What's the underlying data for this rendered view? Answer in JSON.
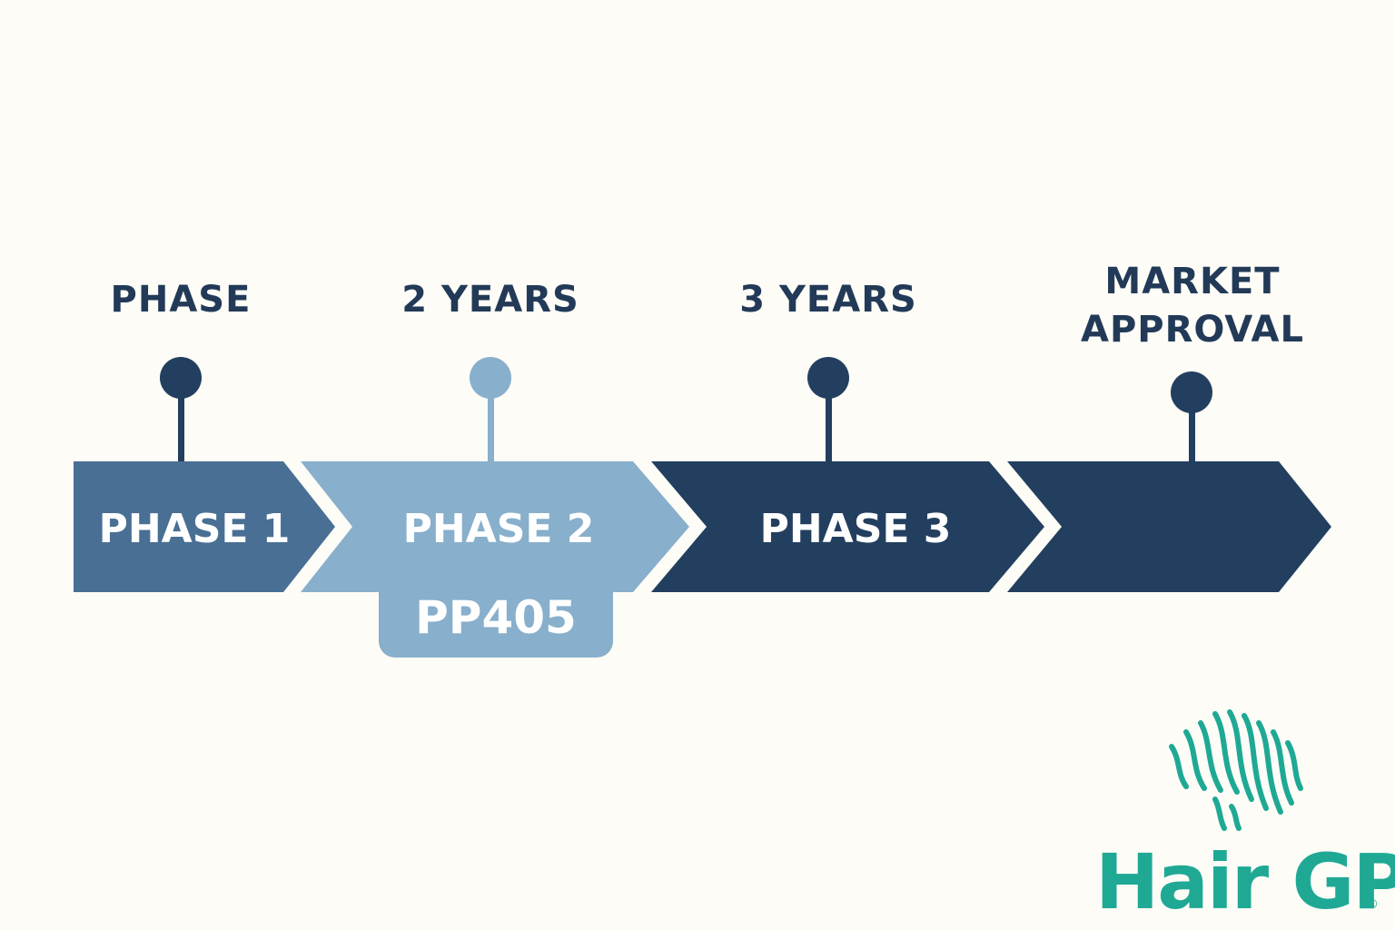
{
  "milestones": [
    {
      "label_lines": [
        "PHASE"
      ]
    },
    {
      "label_lines": [
        "2 YEARS"
      ]
    },
    {
      "label_lines": [
        "3 YEARS"
      ]
    },
    {
      "label_lines": [
        "MARKET",
        "APPROVAL"
      ]
    }
  ],
  "arrows": [
    {
      "label": "PHASE 1"
    },
    {
      "label": "PHASE 2"
    },
    {
      "label": "PHASE 3"
    },
    {
      "label": ""
    }
  ],
  "tag": {
    "label": "PP405"
  },
  "logo": {
    "text": "Hair GP",
    "registered": "®"
  },
  "colors": {
    "background": "#fdfcf7",
    "phase1": "#4a6f94",
    "phase2": "#88afcb",
    "phase3": "#233f5f",
    "dark_text": "#223a57",
    "white_text": "#ffffff",
    "logo_teal": "#1fa995"
  }
}
